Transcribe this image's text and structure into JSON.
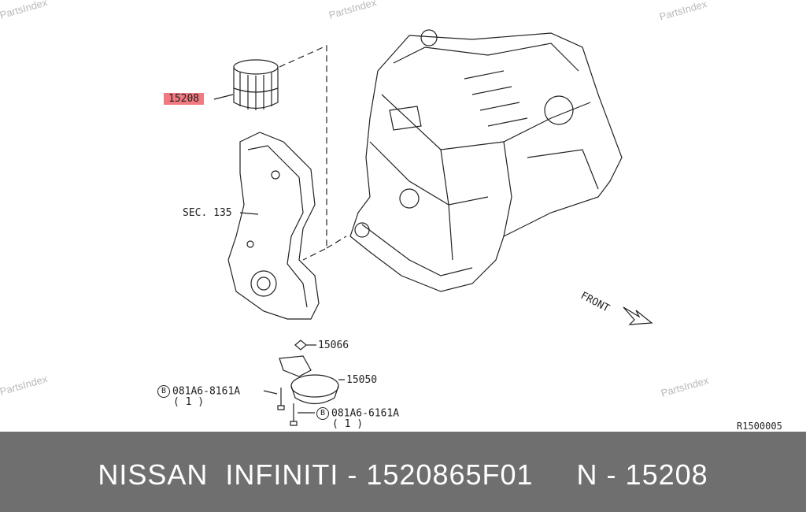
{
  "watermark": "PartsIndex",
  "diagram": {
    "ref_code": "R1500005",
    "front_label": "FRONT",
    "parts": {
      "oil_filter": "15208",
      "front_cover": "SEC. 135",
      "o_ring": "15066",
      "filter_bracket": "15050",
      "bolt_a_code": "081A6-8161A",
      "bolt_a_qty": "( 1 )",
      "bolt_b_code": "081A6-6161A",
      "bolt_b_qty": "( 1 )",
      "bolt_prefix": "B"
    }
  },
  "footer": {
    "text": "NISSAN  INFINITI - 1520865F01     N - 15208"
  },
  "colors": {
    "highlight": "#f07a80",
    "footer_bg": "#6f6f6f",
    "watermark": "#b9b9b9"
  }
}
